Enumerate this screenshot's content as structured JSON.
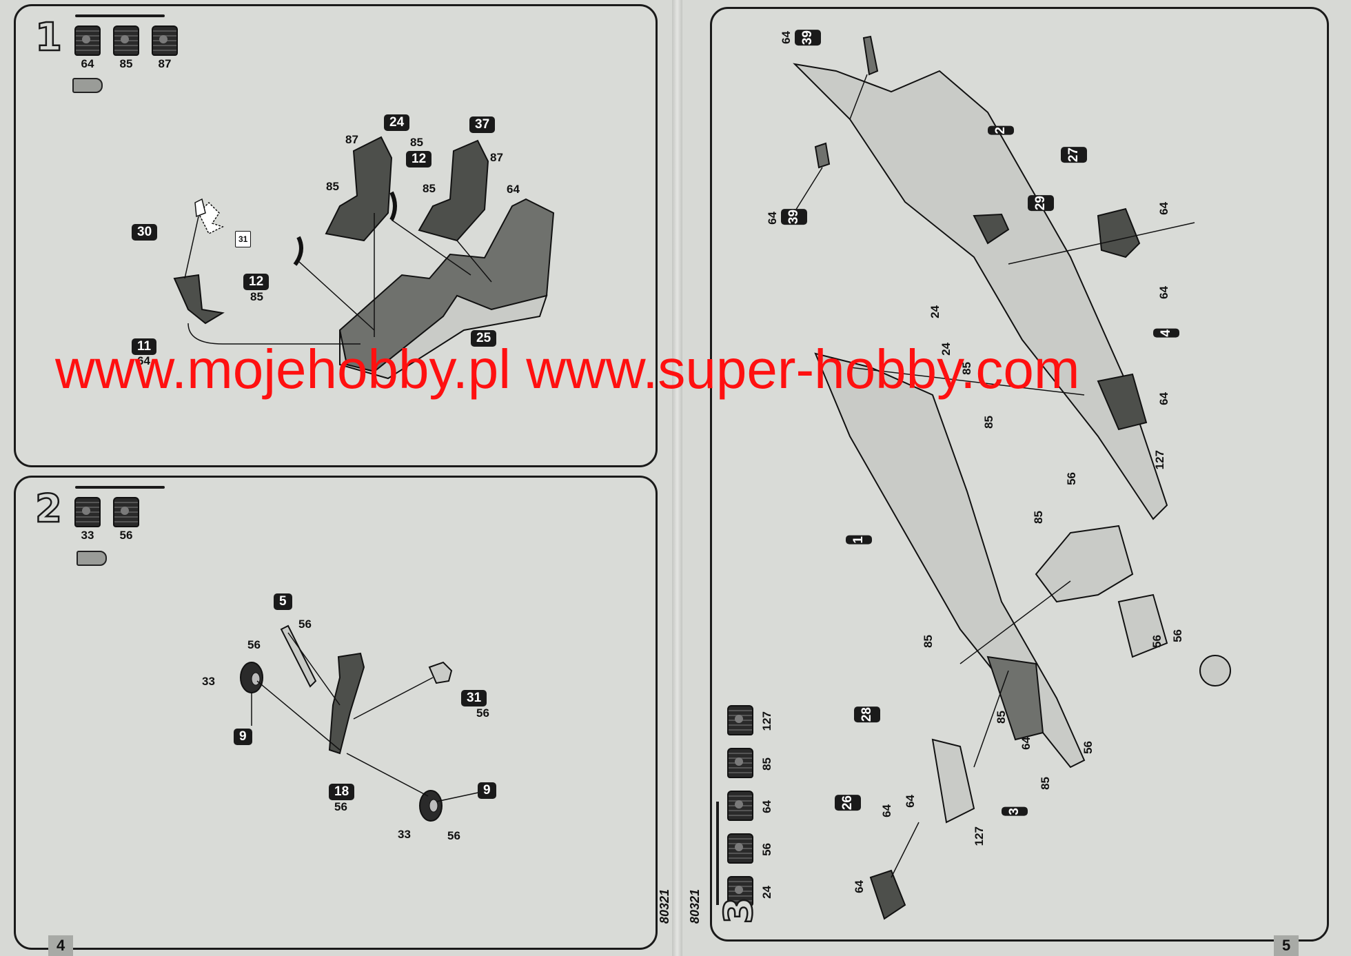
{
  "steps": [
    {
      "number": "1",
      "paints": [
        "64",
        "85",
        "87"
      ],
      "callouts": [
        {
          "id": "24",
          "code": "87"
        },
        {
          "id": "37",
          "code": "87"
        },
        {
          "id": "12",
          "code": "85"
        },
        {
          "id": "30",
          "code": ""
        },
        {
          "id": "31",
          "code": ""
        },
        {
          "id": "12",
          "code": "85"
        },
        {
          "id": "11",
          "code": "64"
        },
        {
          "id": "25",
          "code": "64"
        }
      ],
      "loose_codes": [
        "85",
        "85",
        "85"
      ]
    },
    {
      "number": "2",
      "paints": [
        "33",
        "56"
      ],
      "callouts": [
        {
          "id": "5",
          "code": "56"
        },
        {
          "id": "9",
          "code": "56"
        },
        {
          "id": "31",
          "code": "56"
        },
        {
          "id": "18",
          "code": "56"
        },
        {
          "id": "9",
          "code": "56"
        }
      ],
      "loose_codes": [
        "33",
        "33",
        "56"
      ]
    },
    {
      "number": "3",
      "paints": [
        "127",
        "85",
        "64",
        "56",
        "24"
      ],
      "callouts": [
        {
          "id": "39",
          "code": "64"
        },
        {
          "id": "2",
          "code": ""
        },
        {
          "id": "27",
          "code": "64"
        },
        {
          "id": "29",
          "code": "64"
        },
        {
          "id": "4",
          "code": "64"
        },
        {
          "id": "1",
          "code": ""
        },
        {
          "id": "28",
          "code": "64"
        },
        {
          "id": "26",
          "code": "64"
        },
        {
          "id": "3",
          "code": "127"
        }
      ],
      "loose_codes": [
        "24",
        "24",
        "85",
        "85",
        "127",
        "56",
        "85",
        "56",
        "85",
        "85",
        "64",
        "56",
        "85",
        "64",
        "127",
        "56"
      ]
    }
  ],
  "kit_ref": [
    "80321",
    "80321"
  ],
  "page_numbers": {
    "left": "4",
    "right": "5"
  },
  "watermark": "www.mojehobby.pl www.super-hobby.com",
  "colors": {
    "watermark": "#ff1010",
    "paper": "#d7d9d5",
    "ink": "#1a1a1a"
  }
}
